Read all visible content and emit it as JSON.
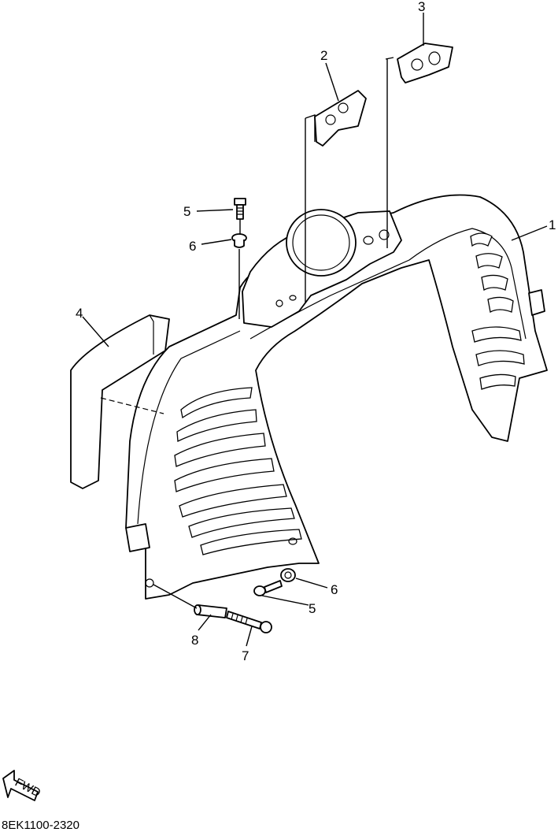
{
  "callouts": [
    {
      "id": "1",
      "text": "1"
    },
    {
      "id": "2",
      "text": "2"
    },
    {
      "id": "3",
      "text": "3"
    },
    {
      "id": "4",
      "text": "4"
    },
    {
      "id": "5a",
      "text": "5"
    },
    {
      "id": "6a",
      "text": "6"
    },
    {
      "id": "5b",
      "text": "5"
    },
    {
      "id": "6b",
      "text": "6"
    },
    {
      "id": "7",
      "text": "7"
    },
    {
      "id": "8",
      "text": "8"
    }
  ],
  "fwd_label": "FWD",
  "diagram_code": "8EK1100-2320"
}
